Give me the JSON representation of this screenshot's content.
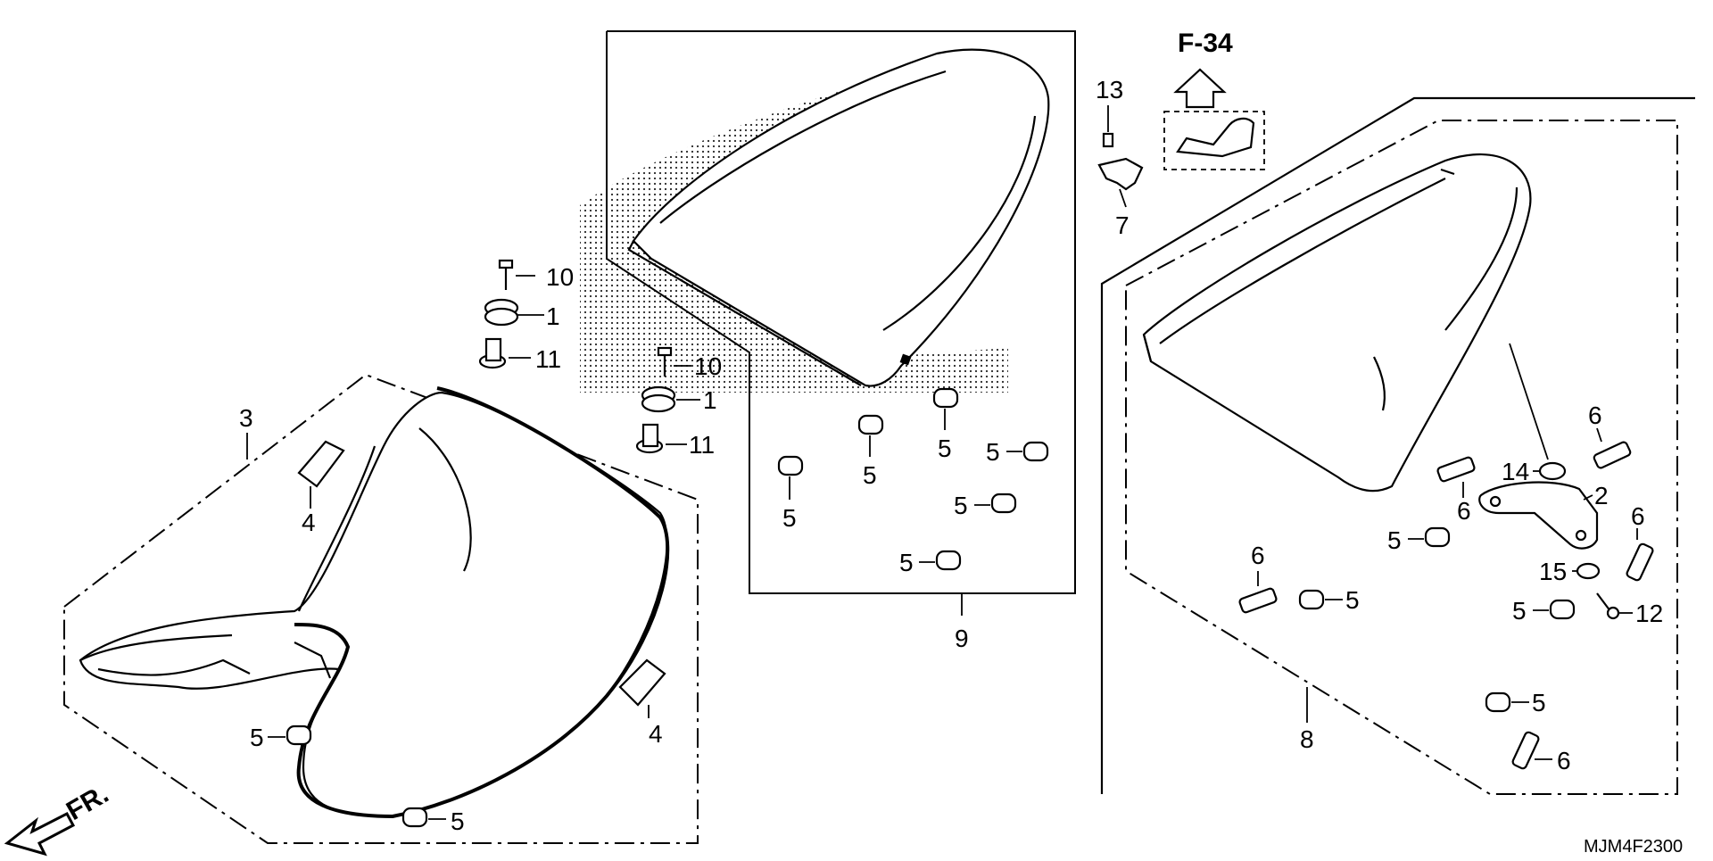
{
  "diagram": {
    "reference": "F-34",
    "front_marker": "FR.",
    "drawing_code": "MJM4F2300",
    "callouts": {
      "c1a": "1",
      "c1b": "1",
      "c2": "2",
      "c3": "3",
      "c4a": "4",
      "c4b": "4",
      "c5a": "5",
      "c5b": "5",
      "c5c": "5",
      "c5d": "5",
      "c5e": "5",
      "c5f": "5",
      "c5g": "5",
      "c5h": "5",
      "c5i": "5",
      "c5j": "5",
      "c5k": "5",
      "c5l": "5",
      "c6a": "6",
      "c6b": "6",
      "c6c": "6",
      "c6d": "6",
      "c6e": "6",
      "c7": "7",
      "c8": "8",
      "c9": "9",
      "c10a": "10",
      "c10b": "10",
      "c11a": "11",
      "c11b": "11",
      "c12": "12",
      "c13": "13",
      "c14": "14",
      "c15": "15"
    }
  }
}
